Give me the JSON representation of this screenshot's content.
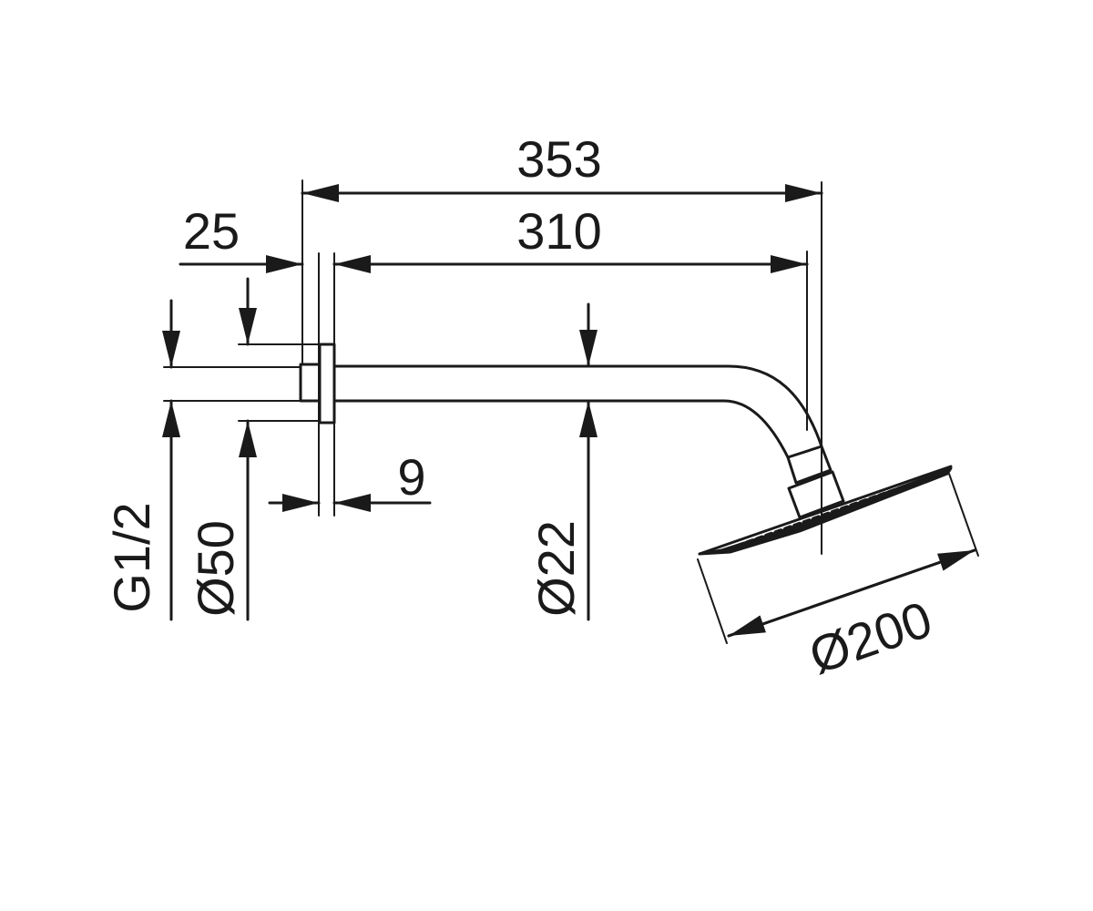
{
  "colors": {
    "ink": "#1a1a1a",
    "background": "#ffffff"
  },
  "dimensions": {
    "overall_length": "353",
    "arm_length": "310",
    "flange_offset": "25",
    "flange_thickness": "9",
    "thread": "G1/2",
    "flange_diameter": "Ø50",
    "pipe_diameter": "Ø22",
    "head_diameter": "Ø200"
  }
}
